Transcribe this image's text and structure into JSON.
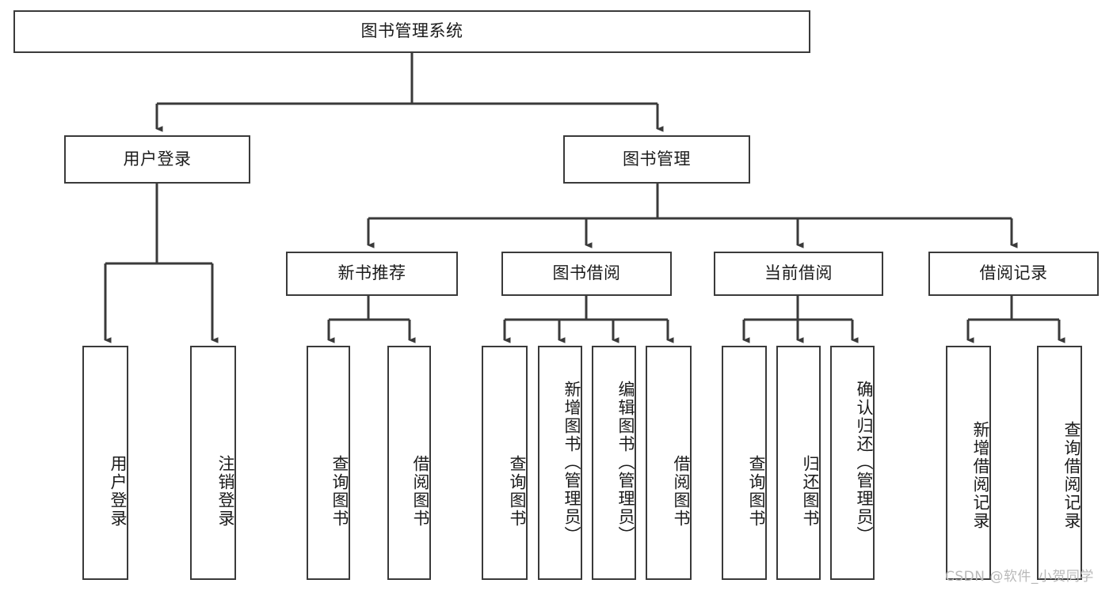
{
  "diagram": {
    "type": "tree",
    "title": "图书管理系统",
    "orientation": "top-down",
    "style": {
      "box_border": "#3a3a3a",
      "box_fill": "#ffffff",
      "line_color": "#3a3a3a",
      "text_color": "#1b1b1b",
      "background": "#ffffff"
    },
    "levels": {
      "root": {
        "label": "图书管理系统"
      },
      "level2": [
        {
          "label": "用户登录"
        },
        {
          "label": "图书管理"
        }
      ],
      "level3": [
        {
          "label": "新书推荐"
        },
        {
          "label": "图书借阅"
        },
        {
          "label": "当前借阅"
        },
        {
          "label": "借阅记录"
        }
      ],
      "leaves": {
        "user_login": [
          {
            "label": "用户登录"
          },
          {
            "label": "注销登录"
          }
        ],
        "new_book": [
          {
            "label": "查询图书"
          },
          {
            "label": "借阅图书"
          }
        ],
        "book_borrow": [
          {
            "label": "查询图书"
          },
          {
            "label": "新增图书（管理员）"
          },
          {
            "label": "编辑图书（管理员）"
          },
          {
            "label": "借阅图书"
          }
        ],
        "current_borrow": [
          {
            "label": "查询图书"
          },
          {
            "label": "归还图书"
          },
          {
            "label": "确认归还（管理员）"
          }
        ],
        "borrow_record": [
          {
            "label": "新增借阅记录"
          },
          {
            "label": "查询借阅记录"
          }
        ]
      }
    },
    "edges": [
      {
        "from": "图书管理系统",
        "to": "用户登录"
      },
      {
        "from": "图书管理系统",
        "to": "图书管理"
      },
      {
        "from": "图书管理",
        "to": "新书推荐"
      },
      {
        "from": "图书管理",
        "to": "图书借阅"
      },
      {
        "from": "图书管理",
        "to": "当前借阅"
      },
      {
        "from": "图书管理",
        "to": "借阅记录"
      },
      {
        "from": "用户登录",
        "to": "用户登录"
      },
      {
        "from": "用户登录",
        "to": "注销登录"
      },
      {
        "from": "新书推荐",
        "to": "查询图书"
      },
      {
        "from": "新书推荐",
        "to": "借阅图书"
      },
      {
        "from": "图书借阅",
        "to": "查询图书"
      },
      {
        "from": "图书借阅",
        "to": "新增图书（管理员）"
      },
      {
        "from": "图书借阅",
        "to": "编辑图书（管理员）"
      },
      {
        "from": "图书借阅",
        "to": "借阅图书"
      },
      {
        "from": "当前借阅",
        "to": "查询图书"
      },
      {
        "from": "当前借阅",
        "to": "归还图书"
      },
      {
        "from": "当前借阅",
        "to": "确认归还（管理员）"
      },
      {
        "from": "借阅记录",
        "to": "新增借阅记录"
      },
      {
        "from": "借阅记录",
        "to": "查询借阅记录"
      }
    ]
  },
  "watermark": {
    "text": "CSDN @软件_小贺同学"
  }
}
